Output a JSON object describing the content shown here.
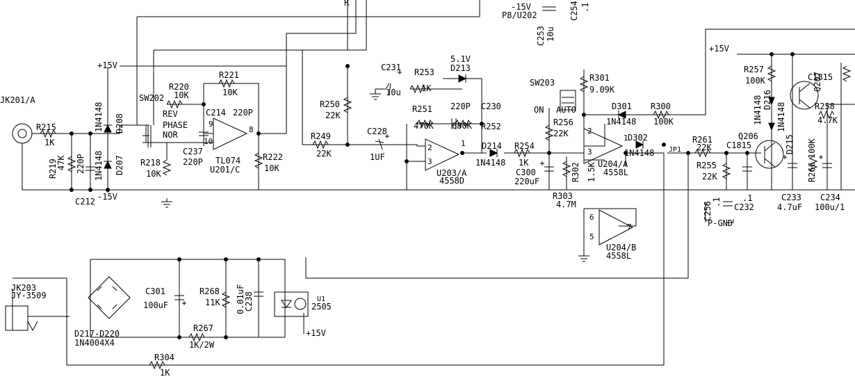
{
  "rails": {
    "plus15_left": "+15V",
    "minus15_left": "-15V",
    "plus15_right": "+15V",
    "minus15_top": "-15V",
    "plus15_u1": "+15V",
    "pgnd": "P-GND"
  },
  "connectors": {
    "jk201": "JK201/A",
    "jk203_a": "JK203",
    "jk203_b": "JY-3509",
    "p8": "P8/U202",
    "jp1": "JP1",
    "r_top": "R"
  },
  "switches": {
    "sw202": "SW202",
    "rev": "REV",
    "phase": "PHASE",
    "nor": "NOR",
    "sw203": "SW203",
    "on": "ON",
    "auto": "AUTO"
  },
  "opamps": [
    {
      "ref": "U201/C",
      "part": "TL074",
      "pin_out": "8",
      "pin_a": "9",
      "pin_b": "10"
    },
    {
      "ref": "U203/A",
      "part": "4558D",
      "pin_out": "1",
      "pin_a": "2",
      "pin_b": "3"
    },
    {
      "ref": "U204/A",
      "part": "4558L",
      "pin_out": "1",
      "pin_a": "2",
      "pin_b": "3"
    },
    {
      "ref": "U204/B",
      "part": "4558L",
      "pin_out": "7",
      "pin_a": "6",
      "pin_b": "5"
    }
  ],
  "resistors": [
    {
      "ref": "R215",
      "value": "1K"
    },
    {
      "ref": "R219",
      "value": "47K"
    },
    {
      "ref": "R220",
      "value": "10K"
    },
    {
      "ref": "R221",
      "value": "10K"
    },
    {
      "ref": "R218",
      "value": "10K"
    },
    {
      "ref": "R222",
      "value": "10K"
    },
    {
      "ref": "R250",
      "value": "22K"
    },
    {
      "ref": "R249",
      "value": "22K"
    },
    {
      "ref": "R253",
      "value": "1K"
    },
    {
      "ref": "R251",
      "value": "470K"
    },
    {
      "ref": "R252",
      "value": "680K"
    },
    {
      "ref": "R254",
      "value": "1K"
    },
    {
      "ref": "R256",
      "value": "22K"
    },
    {
      "ref": "R301",
      "value": "9.09K"
    },
    {
      "ref": "R300",
      "value": "100K"
    },
    {
      "ref": "R302",
      "value": "1.5K"
    },
    {
      "ref": "R303",
      "value": "4.7M"
    },
    {
      "ref": "R257",
      "value": "100K"
    },
    {
      "ref": "R258",
      "value": "4.7K"
    },
    {
      "ref": "R261",
      "value": "22K"
    },
    {
      "ref": "R255",
      "value": "22K"
    },
    {
      "ref": "R266",
      "value": "100K"
    },
    {
      "ref": "R268",
      "value": "11K"
    },
    {
      "ref": "R267",
      "value": "1K/2W"
    },
    {
      "ref": "R304",
      "value": "1K"
    }
  ],
  "capacitors": [
    {
      "ref": "C212",
      "value": "220P"
    },
    {
      "ref": "C214",
      "value": "220P"
    },
    {
      "ref": "C237",
      "value": "220P"
    },
    {
      "ref": "C231",
      "value": "10u"
    },
    {
      "ref": "C228",
      "value": "1UF"
    },
    {
      "ref": "C230",
      "value": "220P"
    },
    {
      "ref": "C300",
      "value": "220uF"
    },
    {
      "ref": "C253",
      "value": "10u"
    },
    {
      "ref": "C254",
      "value": ".1"
    },
    {
      "ref": "C256",
      "value": ".1"
    },
    {
      "ref": "C232",
      "value": ".1"
    },
    {
      "ref": "C233",
      "value": "4.7uF"
    },
    {
      "ref": "C234",
      "value": "100u/1"
    },
    {
      "ref": "C301",
      "value": "100uF"
    },
    {
      "ref": "C238",
      "value": "0.01uF"
    }
  ],
  "diodes": [
    {
      "ref": "D208",
      "value": "1N4148"
    },
    {
      "ref": "D207",
      "value": "1N4148"
    },
    {
      "ref": "D213",
      "value": "5.1V"
    },
    {
      "ref": "D214",
      "value": "1N4148"
    },
    {
      "ref": "D301",
      "value": "1N4148"
    },
    {
      "ref": "D302",
      "value": "1N4148"
    },
    {
      "ref": "D216",
      "value": "1N4148"
    },
    {
      "ref": "D215",
      "value": "1N4148"
    },
    {
      "ref": "D217-D220",
      "value": "1N4004X4"
    }
  ],
  "transistors": [
    {
      "ref": "Q207",
      "part": "C1815"
    },
    {
      "ref": "Q206",
      "part": "C1815"
    }
  ],
  "optocoupler": {
    "ref": "U1",
    "part": "2505"
  }
}
